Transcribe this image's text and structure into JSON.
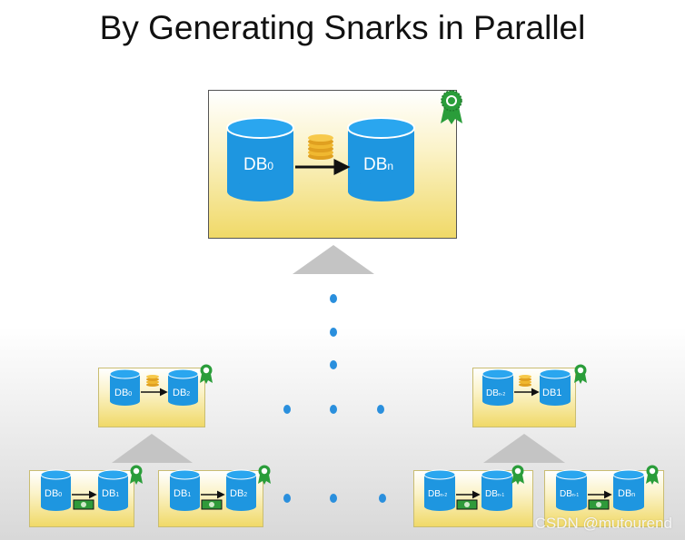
{
  "title": "By Generating Snarks in Parallel",
  "colors": {
    "db_blue": "#1e96e0",
    "db_blue_dark": "#1678b8",
    "card_yellow": "#f0d968",
    "triangle_gray": "#c4c4c4",
    "dot_blue": "#2a8fdd",
    "badge_green": "#2a9d3a"
  },
  "top_node": {
    "from": "DB",
    "from_sub": "0",
    "to": "DB",
    "to_sub": "n",
    "icon": "coin-stack-icon"
  },
  "mid_nodes": [
    {
      "from": "DB",
      "from_sub": "0",
      "to": "DB",
      "to_sub": "2",
      "icon": "coin-stack-icon"
    },
    {
      "from": "DB",
      "from_sub": "n-2",
      "to": "DB1",
      "to_sub": "",
      "icon": "coin-stack-icon"
    }
  ],
  "leaf_nodes": [
    {
      "from": "DB",
      "from_sub": "0",
      "to": "DB",
      "to_sub": "1",
      "icon": "money-bill-icon"
    },
    {
      "from": "DB",
      "from_sub": "1",
      "to": "DB",
      "to_sub": "2",
      "icon": "money-bill-icon"
    },
    {
      "from": "DB",
      "from_sub": "n-2",
      "to": "DB",
      "to_sub": "n-1",
      "icon": "money-bill-icon"
    },
    {
      "from": "DB",
      "from_sub": "n-1",
      "to": "DB",
      "to_sub": "n",
      "icon": "money-bill-icon"
    }
  ],
  "watermark": "CSDN @mutourend"
}
